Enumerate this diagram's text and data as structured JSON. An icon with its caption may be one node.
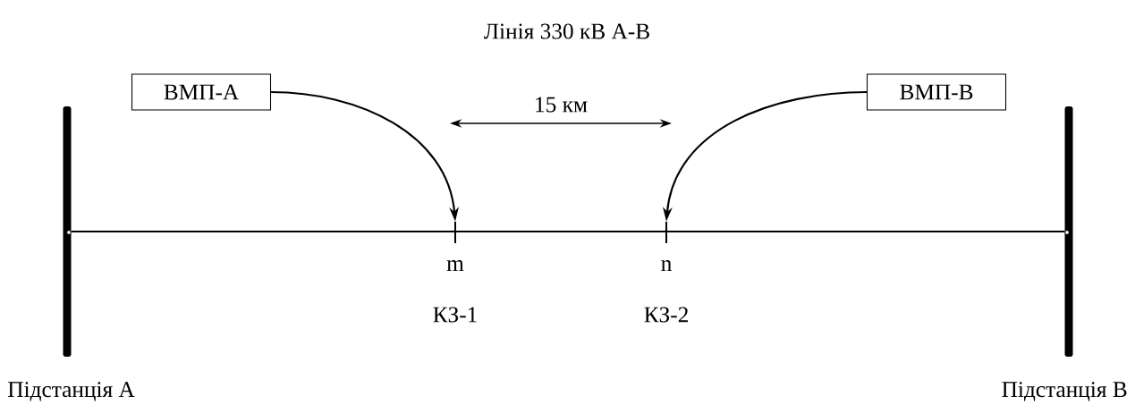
{
  "diagram": {
    "title": "Лінія 330 кВ А-В",
    "nodes": [
      {
        "text": [
          "ВМП-А"
        ]
      },
      {
        "text": [
          "ВМП-В"
        ]
      },
      {
        "text": [
          "Підстанція А"
        ]
      },
      {
        "text": [
          "Підстанція В"
        ]
      },
      {
        "text": [
          "m",
          "КЗ-1"
        ]
      },
      {
        "text": [
          "n",
          "КЗ-2"
        ]
      }
    ],
    "edges": [
      {
        "from": 0,
        "to": 4,
        "arrow": "to"
      },
      {
        "from": 1,
        "to": 5,
        "arrow": "to"
      },
      {
        "from": 2,
        "to": 3,
        "arrow": "none"
      }
    ],
    "labels": [
      "15 км"
    ]
  }
}
